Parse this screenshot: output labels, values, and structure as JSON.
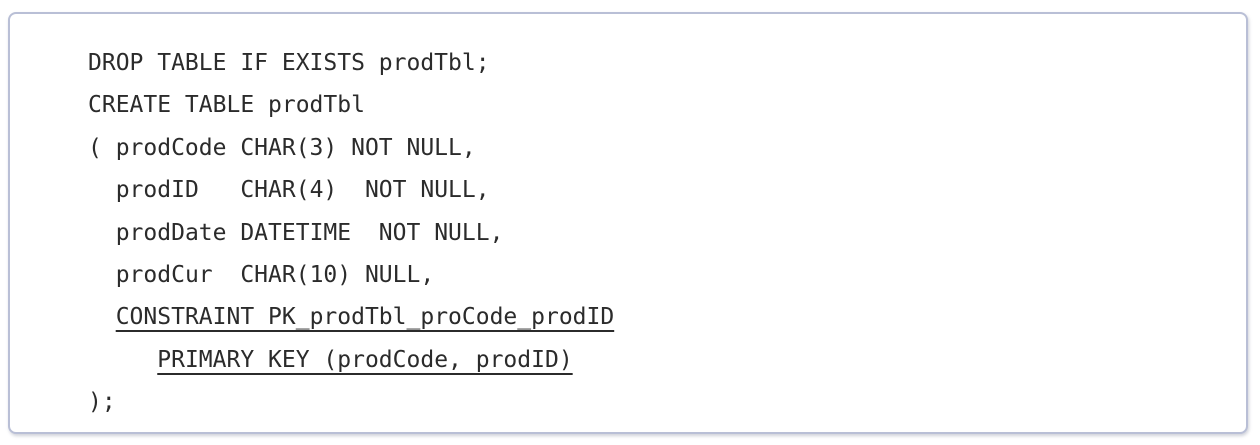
{
  "code": {
    "lines": [
      {
        "indent": "",
        "text": "DROP TABLE IF EXISTS prodTbl;"
      },
      {
        "indent": "",
        "text": "CREATE TABLE prodTbl"
      },
      {
        "indent": "",
        "text": "( prodCode CHAR(3) NOT NULL,"
      },
      {
        "indent": "  ",
        "text": "prodID   CHAR(4)  NOT NULL,"
      },
      {
        "indent": "  ",
        "text": "prodDate DATETIME  NOT NULL,"
      },
      {
        "indent": "  ",
        "text": "prodCur  CHAR(10) NULL,"
      },
      {
        "indent": "  ",
        "text": "CONSTRAINT PK_prodTbl_proCode_prodID"
      },
      {
        "indent": "     ",
        "text": "PRIMARY KEY (prodCode, prodID)"
      },
      {
        "indent": "",
        "text": ");"
      }
    ]
  }
}
